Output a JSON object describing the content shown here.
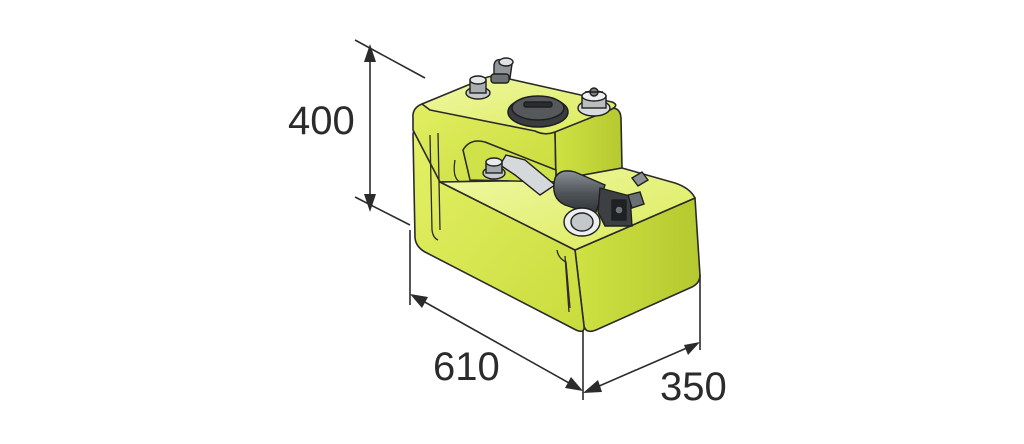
{
  "dimensions": {
    "height_label": "400",
    "length_label": "610",
    "width_label": "350"
  },
  "colors": {
    "tank_body": "#d8ea4e",
    "tank_highlight": "#eef79a",
    "tank_shadow": "#b8cc32",
    "outline": "#2a2a2a",
    "pump_metal": "#5a5f63",
    "pump_light": "#c8ccd0",
    "dimension_lines": "#2b2b2b"
  },
  "icons": [
    "water-tank-icon",
    "filler-cap-icon",
    "pump-icon",
    "hose-fitting-icon",
    "level-sensor-icon"
  ]
}
